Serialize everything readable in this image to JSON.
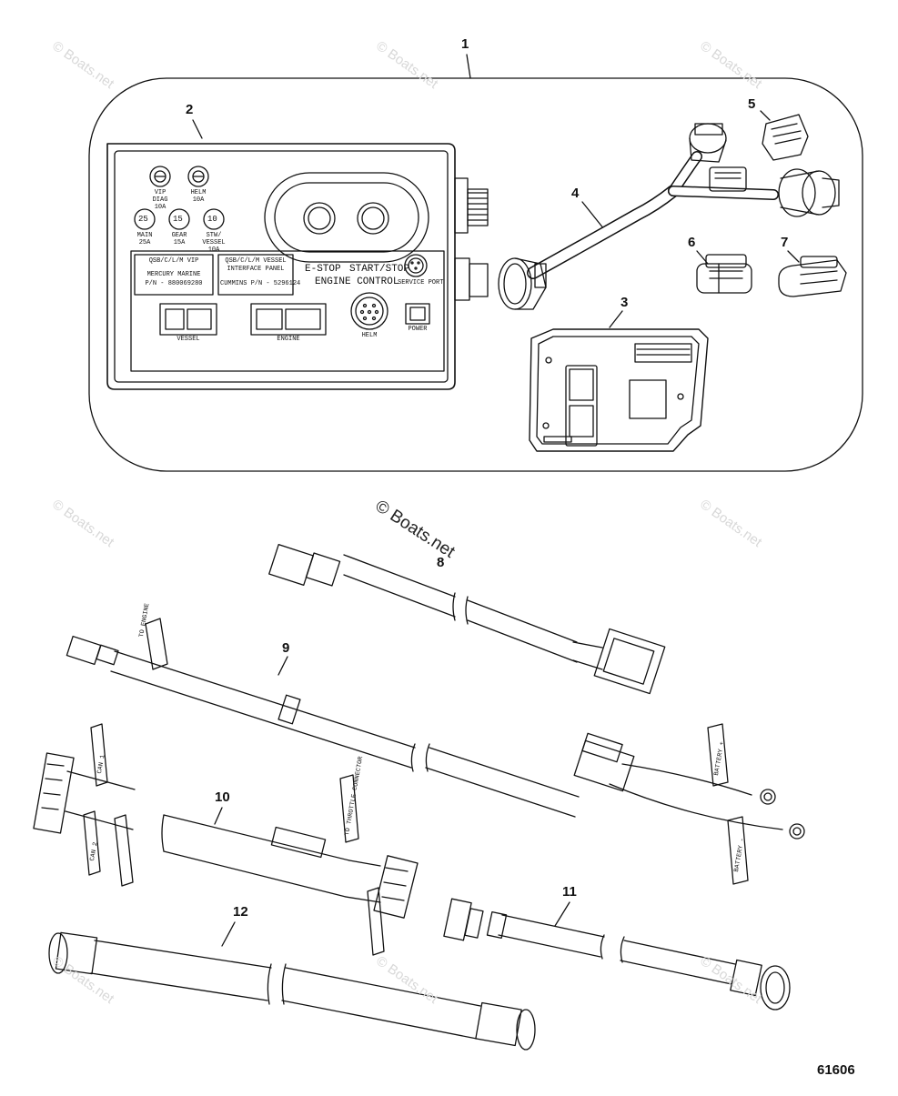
{
  "watermark": {
    "text": "© Boats.net"
  },
  "callouts": [
    "1",
    "2",
    "3",
    "4",
    "5",
    "6",
    "7",
    "8",
    "9",
    "10",
    "11",
    "12"
  ],
  "figure_number": "61606",
  "panel": {
    "fuses": [
      {
        "value": "VIP\nDIAG\n10A"
      },
      {
        "value": "HELM\n10A"
      },
      {
        "num": "25",
        "value": "MAIN\n25A"
      },
      {
        "num": "15",
        "value": "GEAR\n15A"
      },
      {
        "num": "10",
        "value": "STW/\nVESSEL\n10A"
      }
    ],
    "label_vip_1": "QSB/C/L/M VIP",
    "label_vip_2": "MERCURY MARINE",
    "label_vip_3": "P/N - 880069280",
    "label_vessel_1": "QSB/C/L/M VESSEL",
    "label_vessel_2": "INTERFACE PANEL",
    "label_vessel_3": "CUMMINS P/N - 5296124",
    "estop": "E-STOP",
    "startstop": "START/STOP",
    "engine_control": "ENGINE CONTROL",
    "service_port": "SERVICE PORT",
    "vessel_conn": "VESSEL",
    "engine_conn": "ENGINE",
    "helm_conn": "HELM",
    "power_conn": "POWER"
  },
  "tags": {
    "to_engine": "TO ENGINE",
    "battery_pos": "BATTERY +",
    "battery_neg": "BATTERY -",
    "can1": "CAN 1",
    "can2": "CAN 2",
    "to_throttle": "TO THROTTLE CONNECTOR"
  }
}
